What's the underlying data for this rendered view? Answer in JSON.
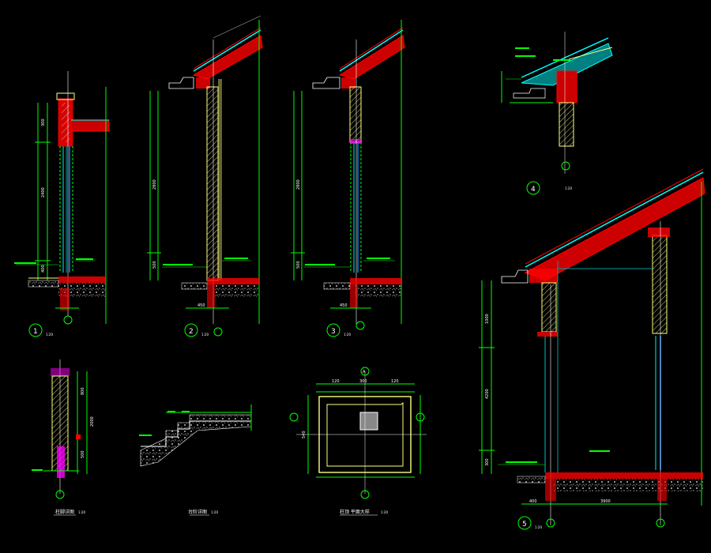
{
  "colors": {
    "background": "#000000",
    "dimension": "#00ff00",
    "wall": "#ffff80",
    "concrete": "#ff0000",
    "roof": "#00ffff",
    "glass": "#00a0a0",
    "hatch": "#c8c8c8",
    "annotation": "#ffffff",
    "axis": "#ff0000",
    "magenta": "#ff00ff"
  },
  "details": [
    {
      "number": "1",
      "scale": "1:20"
    },
    {
      "number": "2",
      "scale": "1:20"
    },
    {
      "number": "3",
      "scale": "1:20"
    },
    {
      "number": "4",
      "scale": "1:20"
    },
    {
      "number": "5",
      "scale": "1:20"
    }
  ],
  "bottom_titles": {
    "column": {
      "title": "柱脚详图",
      "scale": "1:20"
    },
    "stair": {
      "title": "台阶详图",
      "scale": "1:20"
    },
    "plan": {
      "title": "柱顶 平面大样",
      "scale": "1:20"
    }
  },
  "dims": {
    "d1_heights": [
      "300",
      "2400",
      "400"
    ],
    "d2_heights": [
      "2800",
      "500"
    ],
    "d2_bottom": "450",
    "d3_heights": [
      "2800",
      "500"
    ],
    "d3_bottom": "450",
    "d5_heights": [
      "1000",
      "4200",
      "300"
    ],
    "d5_bottom": [
      "400",
      "3900"
    ],
    "plan_top": [
      "120",
      "300",
      "120"
    ],
    "plan_side": "540",
    "column_heights": [
      "800",
      "2000",
      "500"
    ],
    "axis_label": "A"
  },
  "icons": [
    "detail-callout-icon",
    "axis-bubble-icon",
    "section-cut-icon"
  ]
}
